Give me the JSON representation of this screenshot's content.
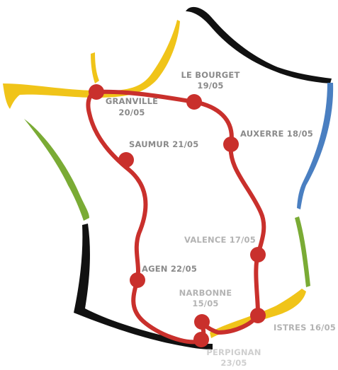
{
  "map": {
    "border_colors": {
      "black": "#111111",
      "blue": "#4a7fc1",
      "green": "#7aab35",
      "yellow": "#f0c419",
      "route": "#c9302c",
      "label": "#8a8a8a"
    },
    "stops": [
      {
        "id": "granville",
        "name": "GRANVILLE",
        "date": "20/05"
      },
      {
        "id": "le-bourget",
        "name": "LE BOURGET",
        "date": "19/05"
      },
      {
        "id": "auxerre",
        "name": "AUXERRE",
        "date": "18/05",
        "label": "AUXERRE 18/05"
      },
      {
        "id": "saumur",
        "name": "SAUMUR",
        "date": "21/05",
        "label": "SAUMUR 21/05"
      },
      {
        "id": "valence",
        "name": "VALENCE",
        "date": "17/05",
        "label": "VALENCE 17/05"
      },
      {
        "id": "agen",
        "name": "AGEN",
        "date": "22/05",
        "label": "AGEN 22/05"
      },
      {
        "id": "narbonne",
        "name": "NARBONNE",
        "date": "15/05"
      },
      {
        "id": "istres",
        "name": "ISTRES",
        "date": "16/05",
        "label": "ISTRES 16/05"
      },
      {
        "id": "perpignan",
        "name": "PERPIGNAN",
        "date": "23/05"
      }
    ]
  }
}
